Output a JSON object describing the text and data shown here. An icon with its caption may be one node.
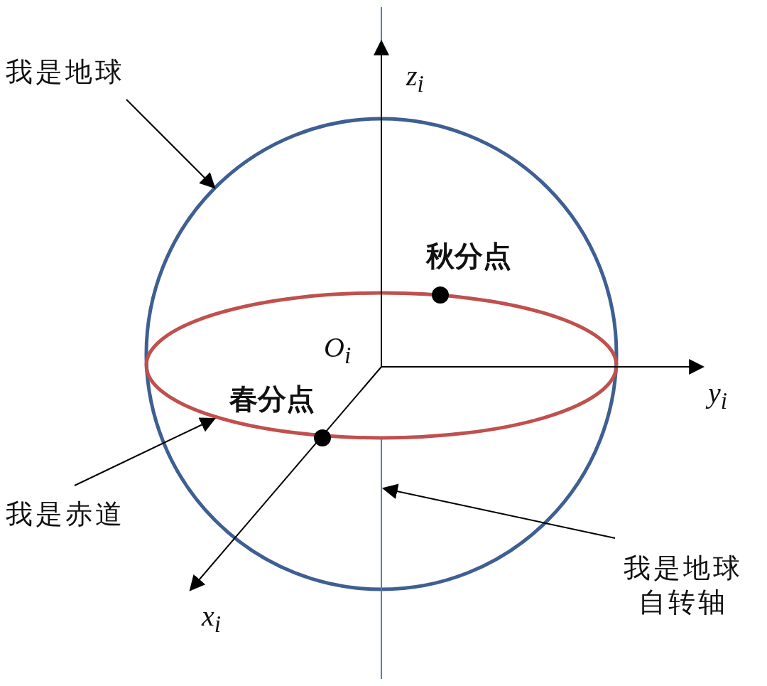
{
  "diagram": {
    "nodes": [
      {
        "text": [
          "我是地球"
        ]
      },
      {
        "text": [],
        "shape": "circle"
      },
      {
        "text": [
          "我是赤道"
        ]
      },
      {
        "text": [],
        "shape": "ellipse",
        "in": 1
      },
      {
        "text": [
          "我是地球自转轴"
        ]
      },
      {
        "text": [],
        "shape": "line"
      }
    ],
    "edges": [
      {
        "from": 0,
        "to": 1,
        "arrow": "to"
      },
      {
        "from": 2,
        "to": 3,
        "arrow": "to"
      },
      {
        "from": 4,
        "to": 5,
        "arrow": "to"
      }
    ],
    "labels": [
      "z$_{i}$",
      "秋分点",
      "O$_{i}$",
      "y$_{i}$",
      "春分点",
      "x$_{i}$"
    ]
  }
}
